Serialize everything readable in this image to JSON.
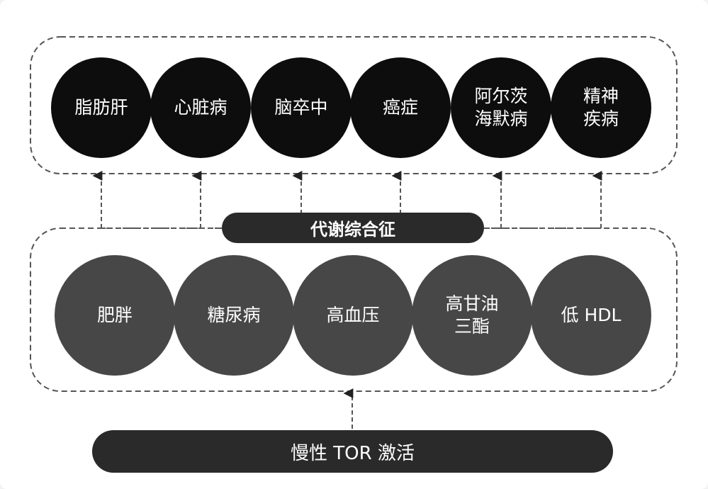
{
  "diseases": [
    "脂肪肝",
    "心脏病",
    "脑卒中",
    "癌症",
    "阿尔茨\n海默病",
    "精神\n疾病"
  ],
  "metabolic_syndrome_label": "代谢综合征",
  "components": [
    "肥胖",
    "糖尿病",
    "高血压",
    "高甘油\n三酯",
    "低 HDL"
  ],
  "root_label": "慢性 TOR 激活",
  "colors": {
    "disease_circle": "#0d0d0d",
    "component_circle": "#474747",
    "pill": "#2a2a2a",
    "dash": "#555555"
  }
}
